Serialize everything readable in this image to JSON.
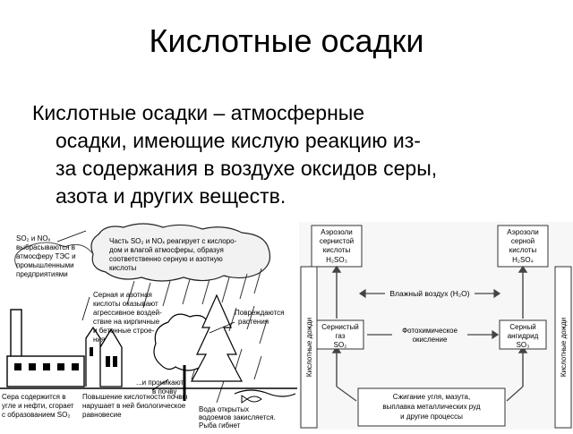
{
  "slide": {
    "title": "Кислотные осадки",
    "paragraph": {
      "line1": "Кислотные осадки – атмосферные",
      "line2": "осадки, имеющие кислую реакцию из-",
      "line3": "за содержания в воздухе оксидов серы,",
      "line4": "азота и других веществ."
    }
  },
  "left_figure": {
    "label_emission": [
      "SO₂ и NOₓ",
      "выбрасываются в",
      "атмосферу ТЭС и",
      "промышленными",
      "предприятиями"
    ],
    "label_cloud": [
      "Часть SO₂ и NOₓ реагирует с кислоро-",
      "дом и влагой атмосферы, образуя",
      "соответственно серную и азотную",
      "кислоты"
    ],
    "label_acids": [
      "Серная и азотная",
      "кислоты оказывают",
      "агрессивное воздей-",
      "ствие на кирпичные",
      "и бетонные строе-",
      "ния"
    ],
    "label_plants": [
      "Повреждаются",
      "растения"
    ],
    "label_soil_penetrate": [
      "...и проникают",
      "в почву"
    ],
    "label_sulfur": [
      "Сера содержится в",
      "угле и нефти, сгорает",
      "с образованием SO₂"
    ],
    "label_soil_acidity": [
      "Повышение кислотности почвы",
      "нарушает в ней биологическое",
      "равновесие"
    ],
    "label_water": [
      "Вода открытых",
      "водоемов закисляется.",
      "Рыба гибнет"
    ]
  },
  "right_diagram": {
    "box_sulfurous_aerosol": [
      "Аэрозоли",
      "сернистой",
      "кислоты",
      "H₂SO₃"
    ],
    "box_sulfuric_aerosol": [
      "Аэрозоли",
      "серной",
      "кислоты",
      "H₂SO₄"
    ],
    "humid_air": "Влажный воздух (H₂O)",
    "box_sulfur_dioxide": [
      "Сернистый",
      "газ",
      "SO₂"
    ],
    "photochemical": [
      "Фотохимическое",
      "окисление"
    ],
    "box_sulfur_trioxide": [
      "Серный",
      "ангидрид",
      "SO₃"
    ],
    "box_combustion": [
      "Сжигание угля, мазута,",
      "выплавка металлических руд",
      "и другие процессы"
    ],
    "side_label_left": "Кислотные дожди",
    "side_label_right": "Кислотные дожди"
  }
}
